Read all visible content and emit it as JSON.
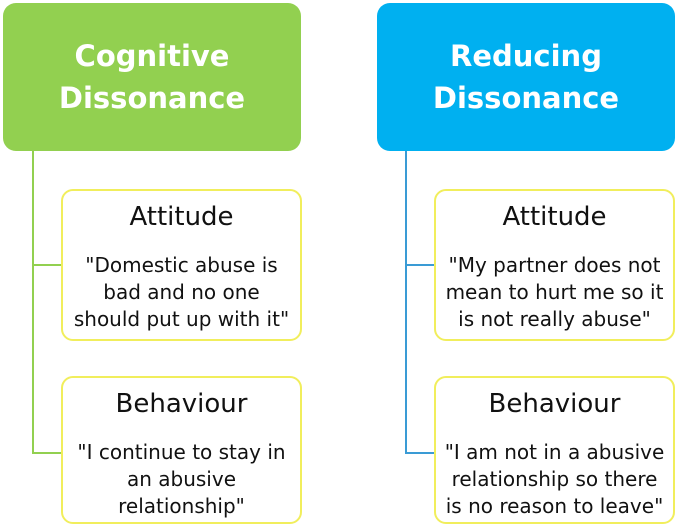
{
  "colors": {
    "left_header": "#92d050",
    "right_header": "#00b0f0",
    "left_connector": "#92d050",
    "right_connector": "#3a9bd5",
    "card_border": "#f1ee5c"
  },
  "left": {
    "title": "Cognitive\nDissonance",
    "items": [
      {
        "title": "Attitude",
        "text": "\"Domestic abuse is\nbad and no one\nshould put up with it\""
      },
      {
        "title": "Behaviour",
        "text": "\"I continue to stay in\nan abusive\nrelationship\""
      }
    ]
  },
  "right": {
    "title": "Reducing\nDissonance",
    "items": [
      {
        "title": "Attitude",
        "text": "\"My partner does not\nmean to hurt me so it\nis not really abuse\""
      },
      {
        "title": "Behaviour",
        "text": "\"I am not in a abusive\nrelationship so there\nis no reason to leave\""
      }
    ]
  }
}
